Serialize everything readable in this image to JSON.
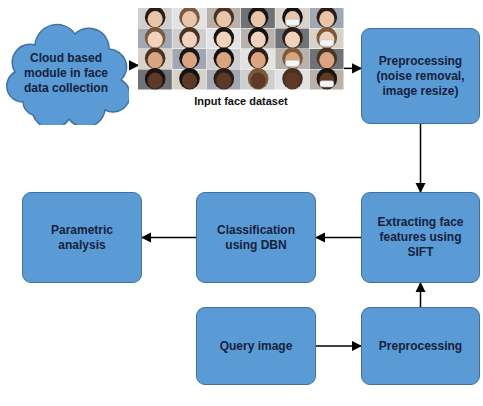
{
  "diagram": {
    "nodes": [
      {
        "text": [
          "Cloud based module in face data collection"
        ]
      },
      {
        "text": [
          "Input face dataset"
        ]
      },
      {
        "text": [
          "Preprocessing (noise removal, image resize)"
        ]
      },
      {
        "text": [
          "Parametric analysis"
        ]
      },
      {
        "text": [
          "Classification using DBN"
        ]
      },
      {
        "text": [
          "Extracting face features using SIFT"
        ]
      },
      {
        "text": [
          "Query image"
        ]
      },
      {
        "text": [
          "Preprocessing"
        ]
      }
    ],
    "edges": [
      {
        "from": 0,
        "to": 1,
        "arrow": "to"
      },
      {
        "from": 1,
        "to": 2,
        "arrow": "to"
      },
      {
        "from": 2,
        "to": 5,
        "arrow": "to"
      },
      {
        "from": 5,
        "to": 4,
        "arrow": "to"
      },
      {
        "from": 4,
        "to": 3,
        "arrow": "to"
      },
      {
        "from": 6,
        "to": 7,
        "arrow": "to"
      },
      {
        "from": 7,
        "to": 5,
        "arrow": "to"
      }
    ]
  }
}
